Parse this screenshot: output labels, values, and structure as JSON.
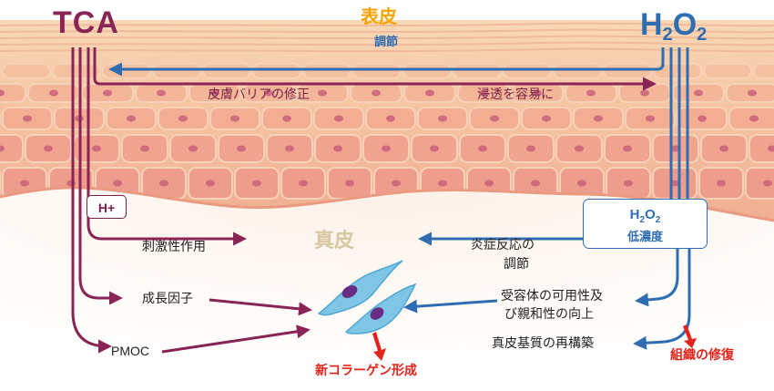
{
  "labels": {
    "tca": "TCA",
    "h2o2_main": "H",
    "h2o2_sub1": "2",
    "h2o2_o": "O",
    "h2o2_sub2": "2",
    "epidermis": "表皮",
    "regulation_top": "調節",
    "barrier_repair": "皮膚バリアの修正",
    "easy_penetration": "浸透を容易に",
    "dermis": "真皮",
    "h_plus": "H+",
    "box_h": "H",
    "box_sub1": "2",
    "box_o": "O",
    "box_sub2": "2",
    "low_concentration": "低濃度",
    "irritation": "刺激性作用",
    "inflammation_line1": "炎症反応の",
    "inflammation_line2": "調節",
    "growth_factor": "成長因子",
    "receptor_line1": "受容体の可用性及",
    "receptor_line2": "び親和性の向上",
    "pmoc": "PMOC",
    "matrix_rebuild": "真皮基質の再構築",
    "new_collagen": "新コラーゲン形成",
    "tissue_repair": "組織の修復"
  },
  "colors": {
    "tca": "#8a2456",
    "h2o2": "#2f6db3",
    "epidermis_title": "#f2a400",
    "highlight": "#e2231a",
    "dermis_title": "#d7c7a3",
    "skin_base": "#f6c9a4",
    "cell_fill": "#f1a995",
    "nucleus": "#c9617a"
  }
}
